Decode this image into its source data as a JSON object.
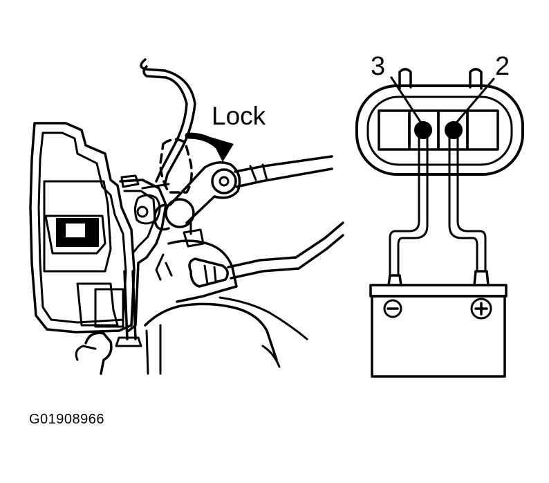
{
  "mechanism": {
    "lock_label": "Lock"
  },
  "connector": {
    "terminal_left_label": "3",
    "terminal_right_label": "2"
  },
  "battery": {
    "negative_symbol": "⊖",
    "positive_symbol": "⊕"
  },
  "figure_code": "G01908966",
  "colors": {
    "ink": "#000000",
    "paper": "#ffffff"
  }
}
